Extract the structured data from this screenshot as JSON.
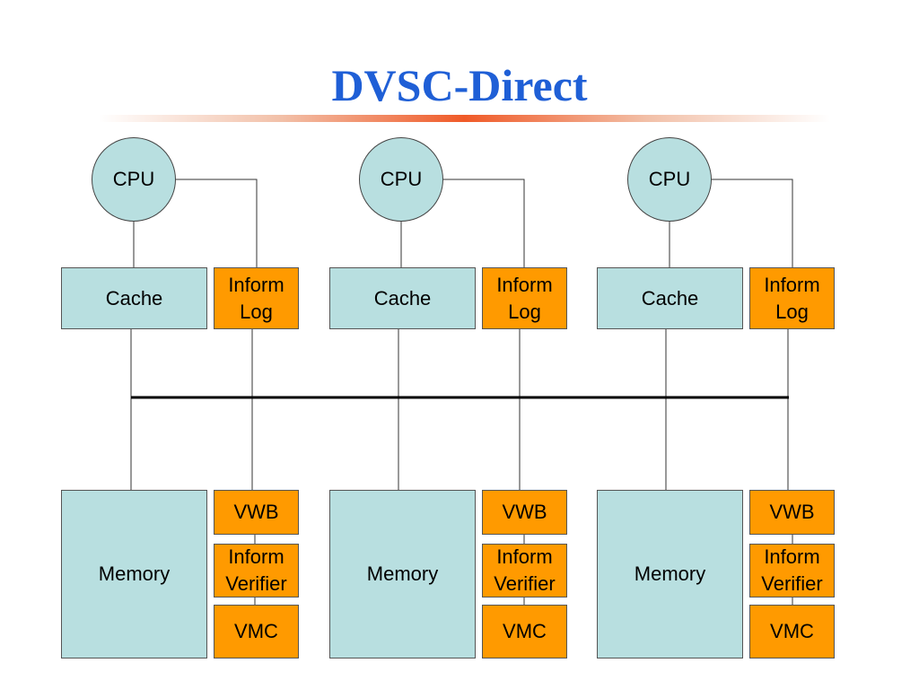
{
  "title": "DVSC-Direct",
  "colors": {
    "title": "#1f5fd6",
    "teal_fill": "#b8dfe0",
    "orange_fill": "#ff9a00",
    "rule_accent": "#f05a28"
  },
  "nodes": [
    {
      "cpu": "CPU",
      "cache": "Cache",
      "inform_log": [
        "Inform",
        "Log"
      ],
      "memory": "Memory",
      "vwb": "VWB",
      "inform_verifier": [
        "Inform",
        "Verifier"
      ],
      "vmc": "VMC"
    },
    {
      "cpu": "CPU",
      "cache": "Cache",
      "inform_log": [
        "Inform",
        "Log"
      ],
      "memory": "Memory",
      "vwb": "VWB",
      "inform_verifier": [
        "Inform",
        "Verifier"
      ],
      "vmc": "VMC"
    },
    {
      "cpu": "CPU",
      "cache": "Cache",
      "inform_log": [
        "Inform",
        "Log"
      ],
      "memory": "Memory",
      "vwb": "VWB",
      "inform_verifier": [
        "Inform",
        "Verifier"
      ],
      "vmc": "VMC"
    }
  ]
}
